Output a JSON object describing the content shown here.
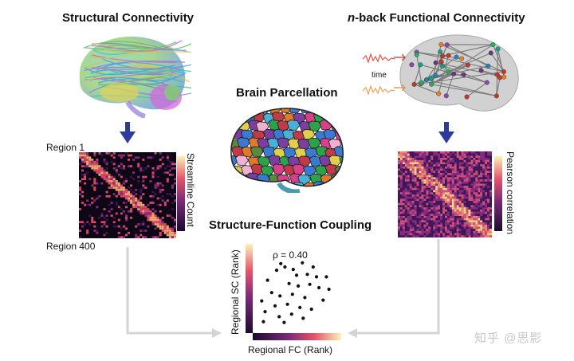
{
  "panels": {
    "structural": {
      "title": "Structural Connectivity",
      "colorbar_label": "Streamline Count",
      "region_top": "Region 1",
      "region_bottom": "Region 400"
    },
    "functional": {
      "title_italic": "n",
      "title_rest": "-back Functional Connectivity",
      "colorbar_label": "Pearson correlation",
      "time_label": "time"
    },
    "parcellation": {
      "title": "Brain Parcellation"
    },
    "coupling": {
      "title": "Structure-Function Coupling",
      "rho_label": "ρ = 0.40",
      "xlabel": "Regional FC (Rank)",
      "ylabel": "Regional SC (Rank)"
    }
  },
  "watermark": "知乎 @思影",
  "colors": {
    "arrow_blue": "#2e3b9e",
    "connector_gray": "#d4d4d4",
    "magma_dark": "#1a0b2e",
    "magma_mid": "#b23a6c",
    "magma_light": "#fcf2b8"
  },
  "chart_data": {
    "type": "scatter",
    "title": "Structure-Function Coupling",
    "xlabel": "Regional FC (Rank)",
    "ylabel": "Regional SC (Rank)",
    "annotation": "ρ = 0.40",
    "xlim": [
      0,
      100
    ],
    "ylim": [
      0,
      100
    ],
    "grid": false,
    "points": [
      [
        31,
        80
      ],
      [
        36,
        76
      ],
      [
        26,
        72
      ],
      [
        46,
        73
      ],
      [
        57,
        81
      ],
      [
        70,
        76
      ],
      [
        50,
        66
      ],
      [
        63,
        67
      ],
      [
        74,
        64
      ],
      [
        86,
        64
      ],
      [
        15,
        60
      ],
      [
        41,
        56
      ],
      [
        52,
        53
      ],
      [
        66,
        55
      ],
      [
        77,
        51
      ],
      [
        89,
        49
      ],
      [
        20,
        45
      ],
      [
        30,
        41
      ],
      [
        45,
        43
      ],
      [
        60,
        39
      ],
      [
        8,
        35
      ],
      [
        24,
        29
      ],
      [
        39,
        31
      ],
      [
        54,
        27
      ],
      [
        12,
        22
      ],
      [
        29,
        16
      ],
      [
        44,
        19
      ],
      [
        68,
        25
      ],
      [
        10,
        10
      ],
      [
        35,
        9
      ],
      [
        58,
        14
      ],
      [
        82,
        36
      ]
    ]
  }
}
